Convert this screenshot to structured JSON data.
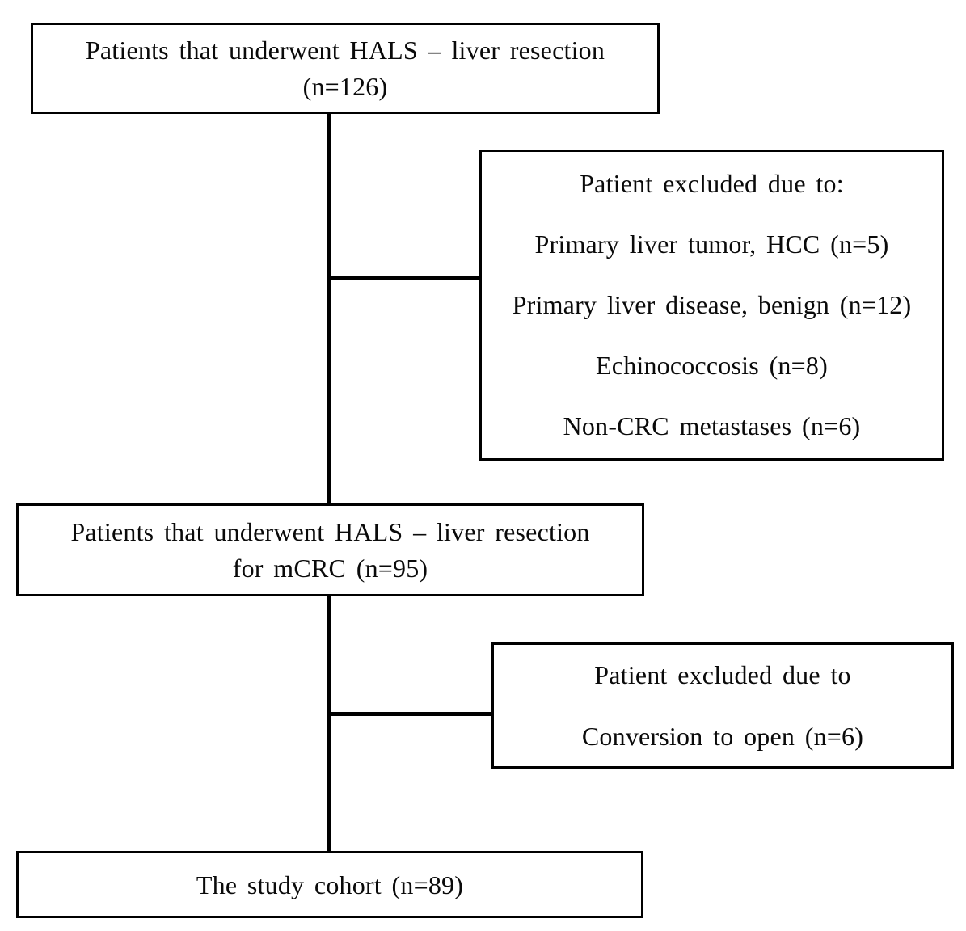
{
  "diagram_type": "patient-flow-diagram",
  "colors": {
    "page_background": "#ffffff",
    "box_background": "#ffffff",
    "box_border": "#000000",
    "connector": "#000000",
    "text": "#0a0a0a"
  },
  "boxes": {
    "initial": {
      "line1": "Patients that underwent HALS – liver resection",
      "line2": "(n=126)"
    },
    "excluded_first": {
      "heading": "Patient excluded due to:",
      "item1": "Primary liver tumor, HCC (n=5)",
      "item2": "Primary liver disease, benign (n=12)",
      "item3": "Echinococcosis (n=8)",
      "item4": "Non-CRC metastases (n=6)"
    },
    "mcrc": {
      "line1": "Patients that underwent HALS – liver resection",
      "line2": "for mCRC (n=95)"
    },
    "excluded_second": {
      "heading": "Patient excluded due to",
      "item1": "Conversion to open (n=6)"
    },
    "cohort": {
      "line1": "The study cohort (n=89)"
    }
  }
}
